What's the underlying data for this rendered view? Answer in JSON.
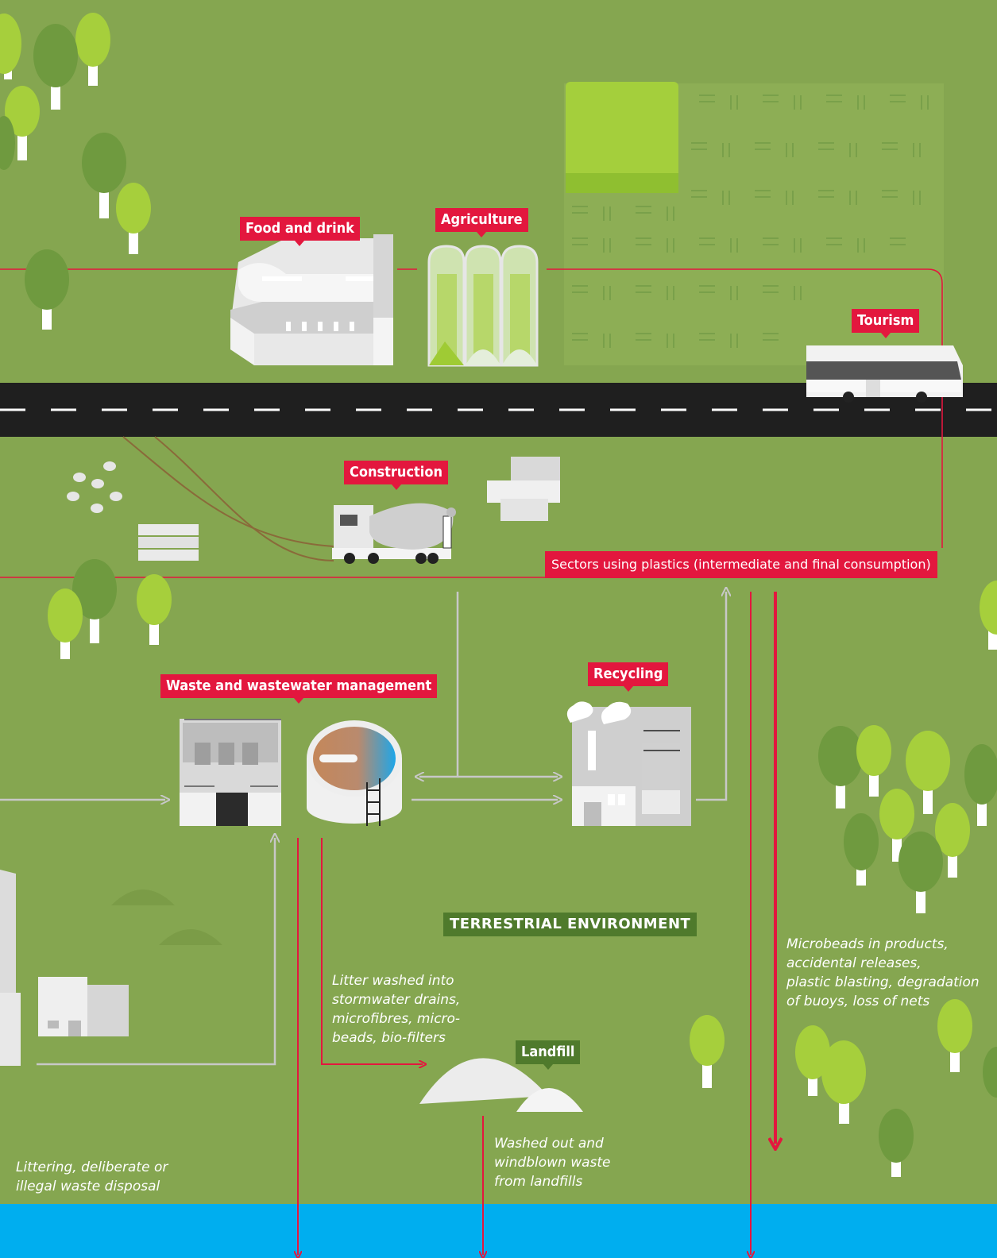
{
  "sectors": {
    "food_drink": "Food and drink",
    "agriculture": "Agriculture",
    "tourism": "Tourism",
    "construction": "Construction",
    "waste_management": "Waste and wastewater management",
    "recycling": "Recycling",
    "landfill": "Landfill"
  },
  "banner": "Sectors using plastics (intermediate and final consumption)",
  "environment_label": "TERRESTRIAL ENVIRONMENT",
  "notes": {
    "microbeads": "Microbeads in products,\naccidental releases,\nplastic blasting, degradation\nof buoys, loss of nets",
    "litter_stormwater": "Litter washed into\nstormwater drains,\nmicrofibres, micro-\nbeads, bio-filters",
    "landfill_washout": "Washed out and\nwindblown waste\nfrom landfills",
    "littering": "Littering, deliberate or\nillegal waste disposal"
  },
  "colors": {
    "grass": "#85a650",
    "road": "#1f1f1f",
    "water": "#00aeef",
    "accent_red": "#e3173e",
    "dark_green_label": "#4f7a2c",
    "flow_red": "#e3173e",
    "flow_grey": "#c8c8c8",
    "tree_light": "#a6cf3c",
    "tree_dark": "#6f9a3f"
  }
}
